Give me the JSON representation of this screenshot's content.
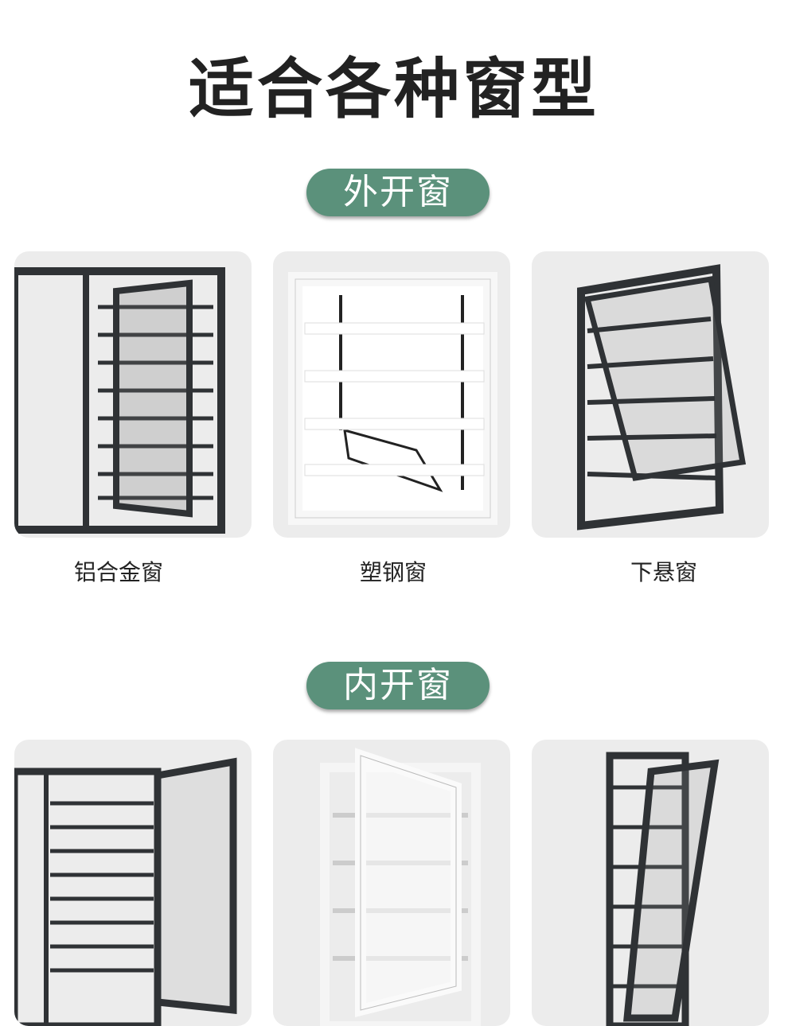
{
  "title": "适合各种窗型",
  "sections": [
    {
      "heading": "外开窗",
      "items": [
        {
          "label": "铝合金窗"
        },
        {
          "label": "塑钢窗"
        },
        {
          "label": "下悬窗"
        }
      ]
    },
    {
      "heading": "内开窗",
      "items": [
        {
          "label": ""
        },
        {
          "label": ""
        },
        {
          "label": ""
        }
      ]
    }
  ],
  "colors": {
    "accent": "#5b917b",
    "frame_dark": "#2f3235",
    "frame_white": "#f7f7f7"
  }
}
